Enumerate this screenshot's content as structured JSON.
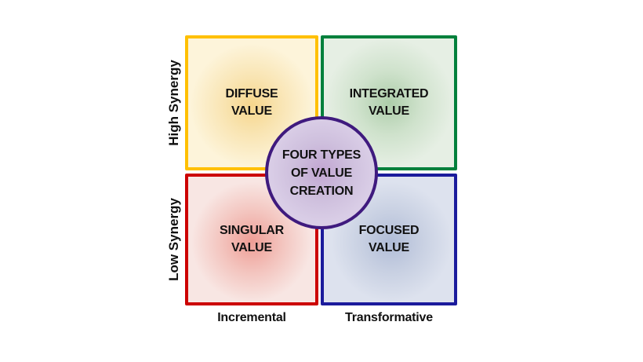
{
  "diagram": {
    "circle": {
      "lines": [
        "FOUR TYPES",
        "OF VALUE",
        "CREATION"
      ]
    },
    "quadrants": {
      "top_left": {
        "line1": "DIFFUSE",
        "line2": "VALUE"
      },
      "top_right": {
        "line1": "INTEGRATED",
        "line2": "VALUE"
      },
      "bottom_left": {
        "line1": "SINGULAR",
        "line2": "VALUE"
      },
      "bottom_right": {
        "line1": "FOCUSED",
        "line2": "VALUE"
      }
    },
    "axes": {
      "y_high": "High Synergy",
      "y_low": "Low Synergy",
      "x_left": "Incremental",
      "x_right": "Transformative"
    },
    "colors": {
      "diffuse_border": "#FFC000",
      "integrated_border": "#00803C",
      "singular_border": "#CC0000",
      "focused_border": "#1B1B9C",
      "circle_border": "#3F1A7E"
    }
  }
}
